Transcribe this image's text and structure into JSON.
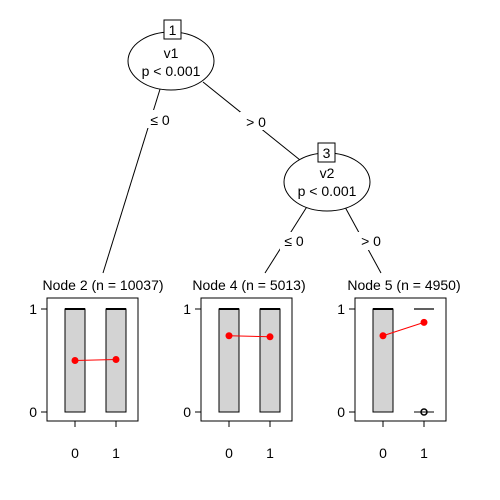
{
  "tree": {
    "inner_nodes": [
      {
        "id": "1",
        "variable": "v1",
        "pvalue": "p < 0.001"
      },
      {
        "id": "3",
        "variable": "v2",
        "pvalue": "p < 0.001"
      }
    ],
    "edges": [
      {
        "label": "≤ 0"
      },
      {
        "label": "> 0"
      },
      {
        "label": "≤ 0"
      },
      {
        "label": "> 0"
      }
    ],
    "terminal_nodes": [
      {
        "title": "Node 2 (n = 10037)",
        "box_median": [
          1,
          1
        ],
        "mean": [
          0.5,
          0.51
        ]
      },
      {
        "title": "Node 4 (n = 5013)",
        "box_median": [
          1,
          1
        ],
        "mean": [
          0.74,
          0.73
        ]
      },
      {
        "title": "Node 5 (n = 4950)",
        "box_median": [
          1,
          1
        ],
        "mean": [
          0.74,
          0.87
        ]
      }
    ],
    "y_ticks": [
      "0",
      "1"
    ],
    "x_ticks": [
      "0",
      "1"
    ],
    "mean_color": "#ff0000",
    "box_fill": "#d3d3d3"
  }
}
